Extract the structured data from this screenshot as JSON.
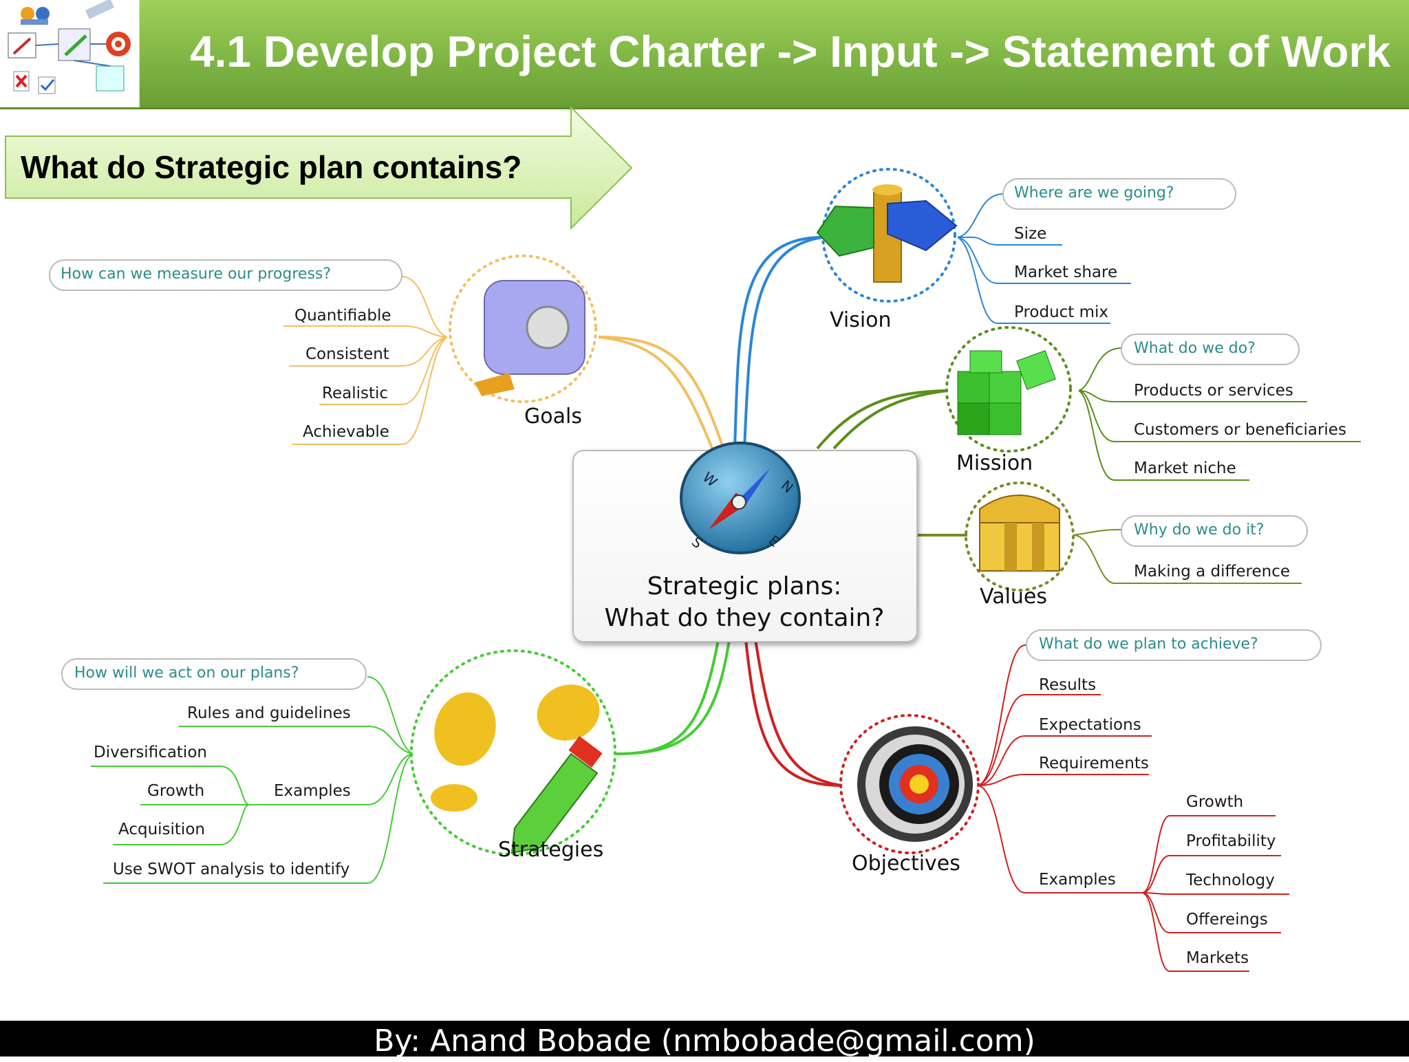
{
  "header": {
    "title": "4.1 Develop Project Charter -> Input -> Statement of Work"
  },
  "banner": {
    "question": "What do Strategic plan contains?"
  },
  "center": {
    "line1": "Strategic plans:",
    "line2": "What do they contain?"
  },
  "branches": {
    "vision": {
      "label": "Vision",
      "question": "Where are we going?",
      "items": [
        "Size",
        "Market share",
        "Product mix"
      ]
    },
    "mission": {
      "label": "Mission",
      "question": "What do we do?",
      "items": [
        "Products or services",
        "Customers or beneficiaries",
        "Market niche"
      ]
    },
    "values": {
      "label": "Values",
      "question": "Why do we do it?",
      "items": [
        "Making a difference"
      ]
    },
    "objectives": {
      "label": "Objectives",
      "question": "What do we plan to achieve?",
      "items": [
        "Results",
        "Expectations",
        "Requirements"
      ],
      "examples_label": "Examples",
      "examples": [
        "Growth",
        "Profitability",
        "Technology",
        "Offereings",
        "Markets"
      ]
    },
    "goals": {
      "label": "Goals",
      "question": "How can we measure our progress?",
      "items": [
        "Quantifiable",
        "Consistent",
        "Realistic",
        "Achievable"
      ]
    },
    "strategies": {
      "label": "Strategies",
      "question": "How will we act on our plans?",
      "items": [
        "Rules and guidelines",
        "Use SWOT analysis to identify"
      ],
      "examples_label": "Examples",
      "examples": [
        "Diversification",
        "Growth",
        "Acquisition"
      ]
    }
  },
  "compass": {
    "n": "N",
    "e": "E",
    "s": "S",
    "w": "W"
  },
  "footer": {
    "text": "By: Anand Bobade (nmbobade@gmail.com)"
  },
  "colors": {
    "vision": "#2a86d6",
    "mission": "#5a8f1a",
    "values": "#7a8a20",
    "objectives": "#d02020",
    "goals": "#f0c060",
    "strategies": "#44cc33",
    "header": "#7cb342"
  }
}
